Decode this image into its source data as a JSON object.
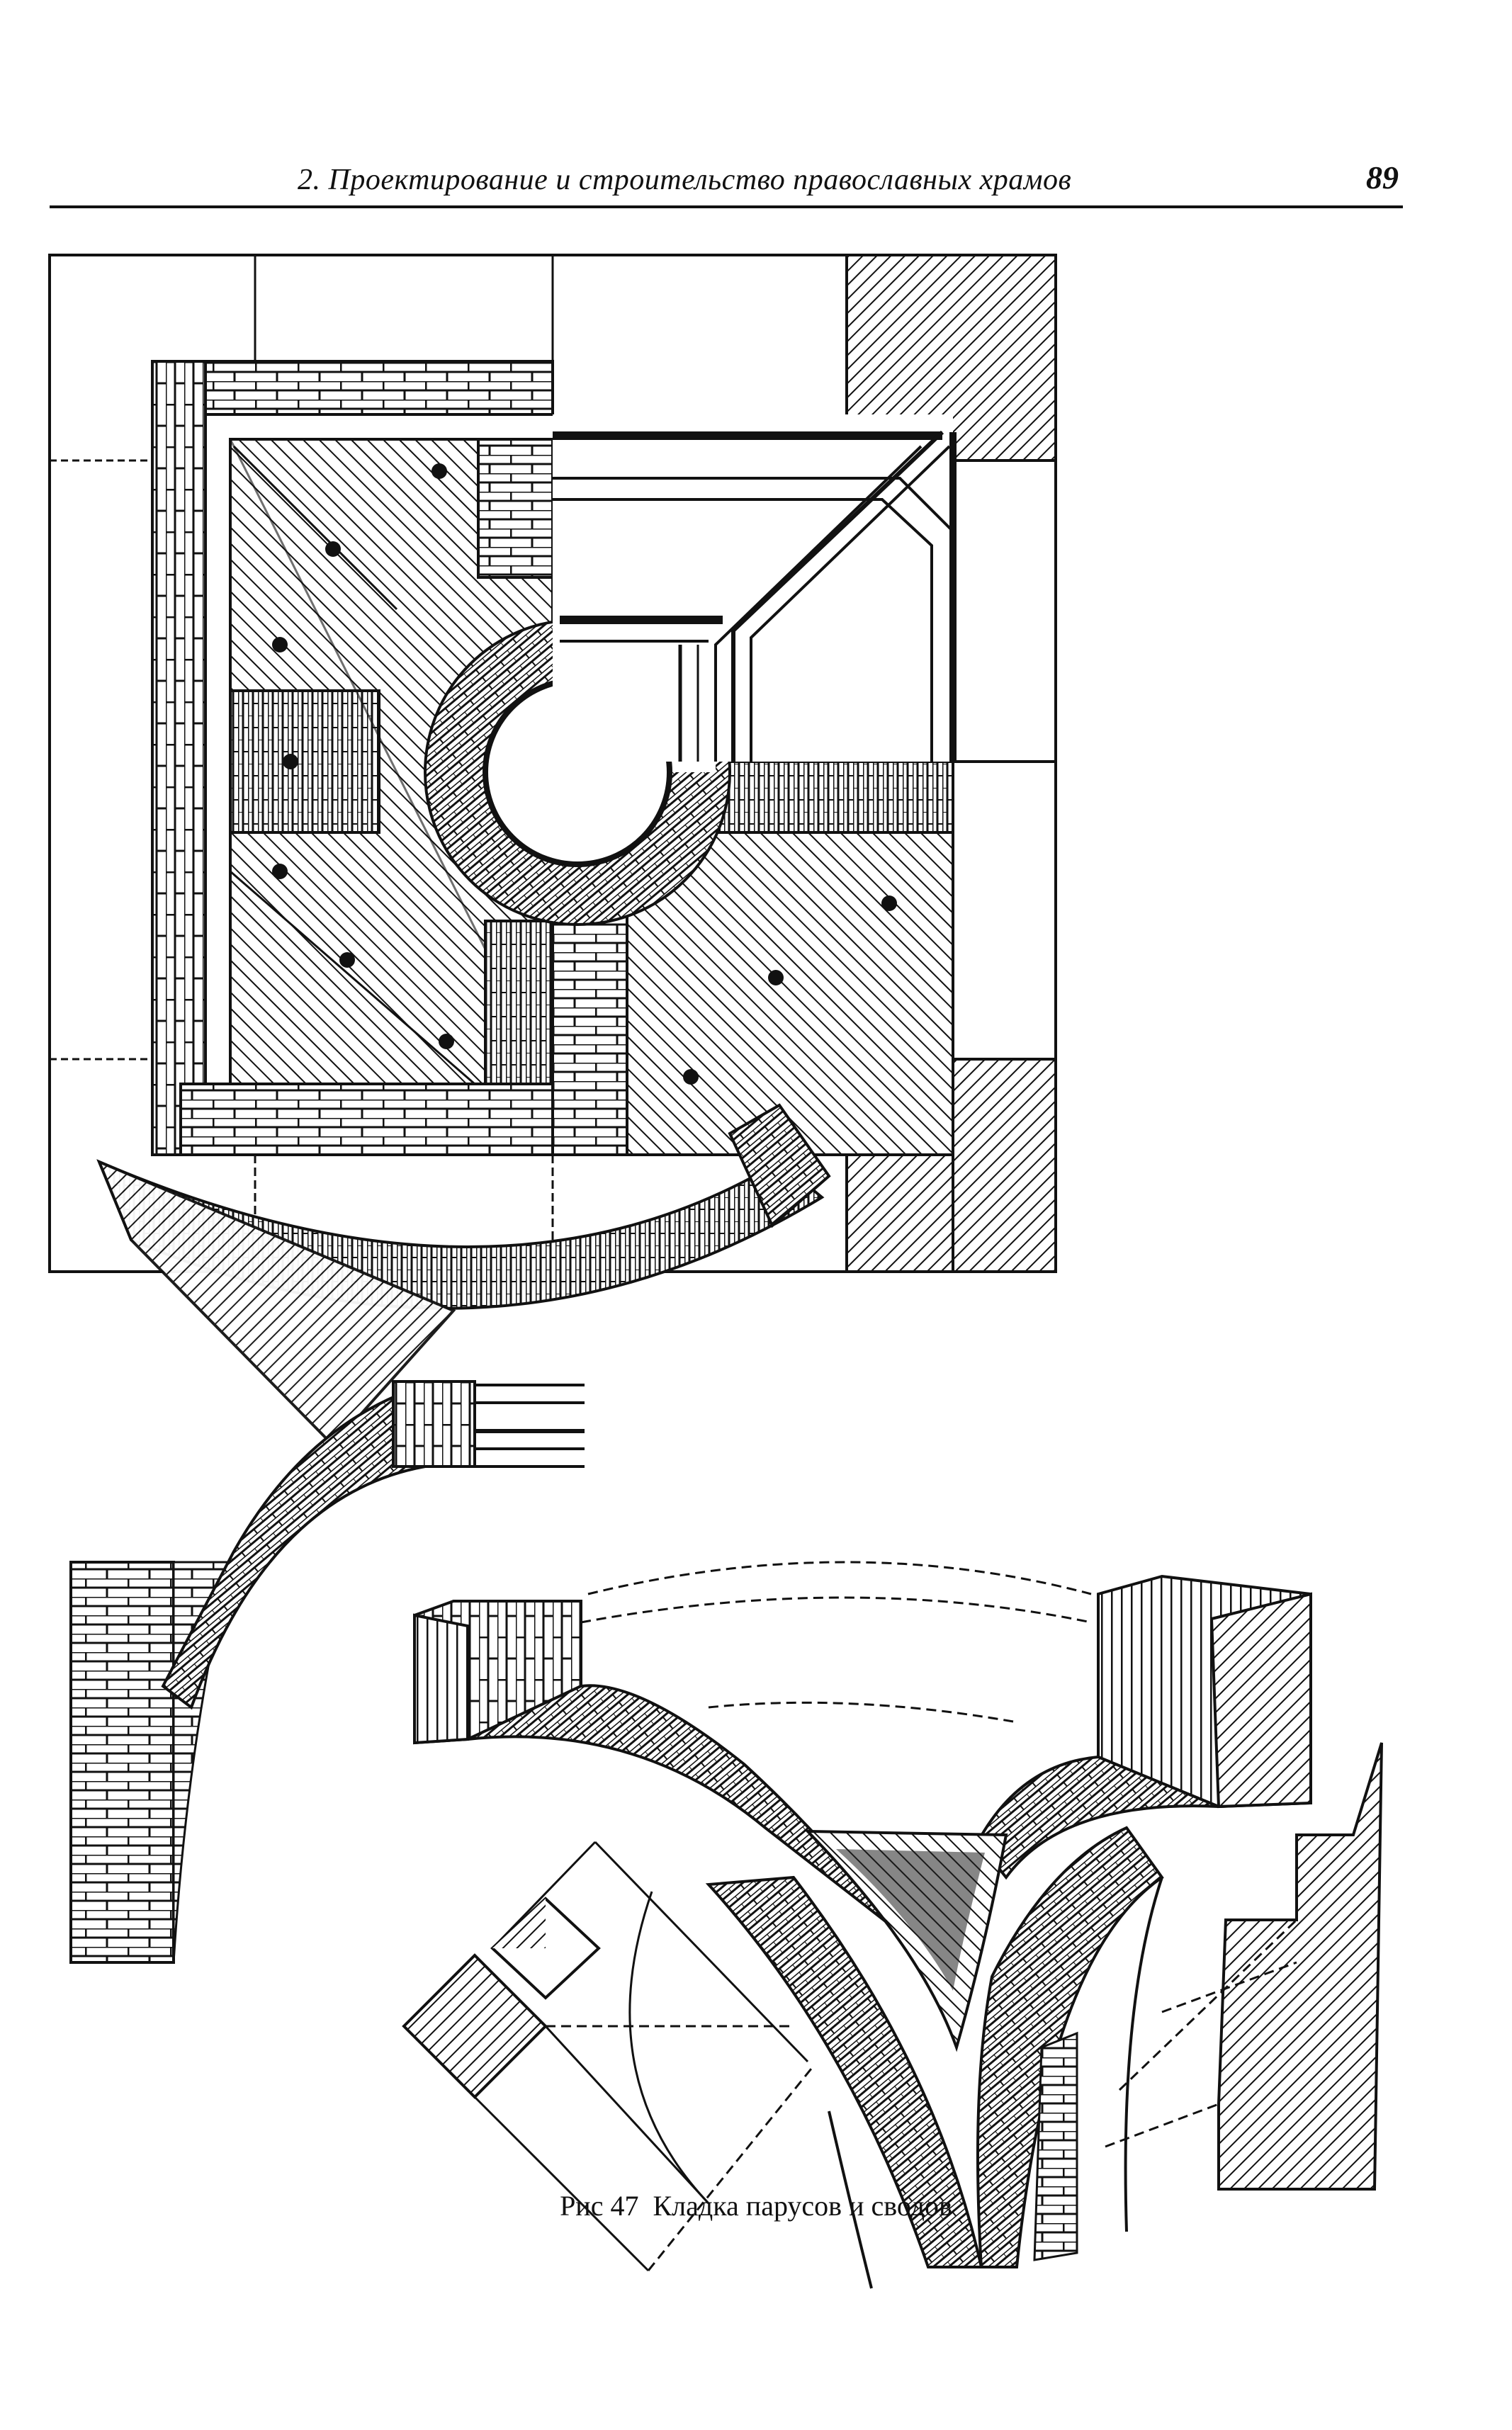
{
  "header": {
    "running_title": "2. Проектирование и строительство православных храмов",
    "page_number": "89"
  },
  "figure": {
    "caption": "Рис 47  Кладка парусов и сводов"
  }
}
